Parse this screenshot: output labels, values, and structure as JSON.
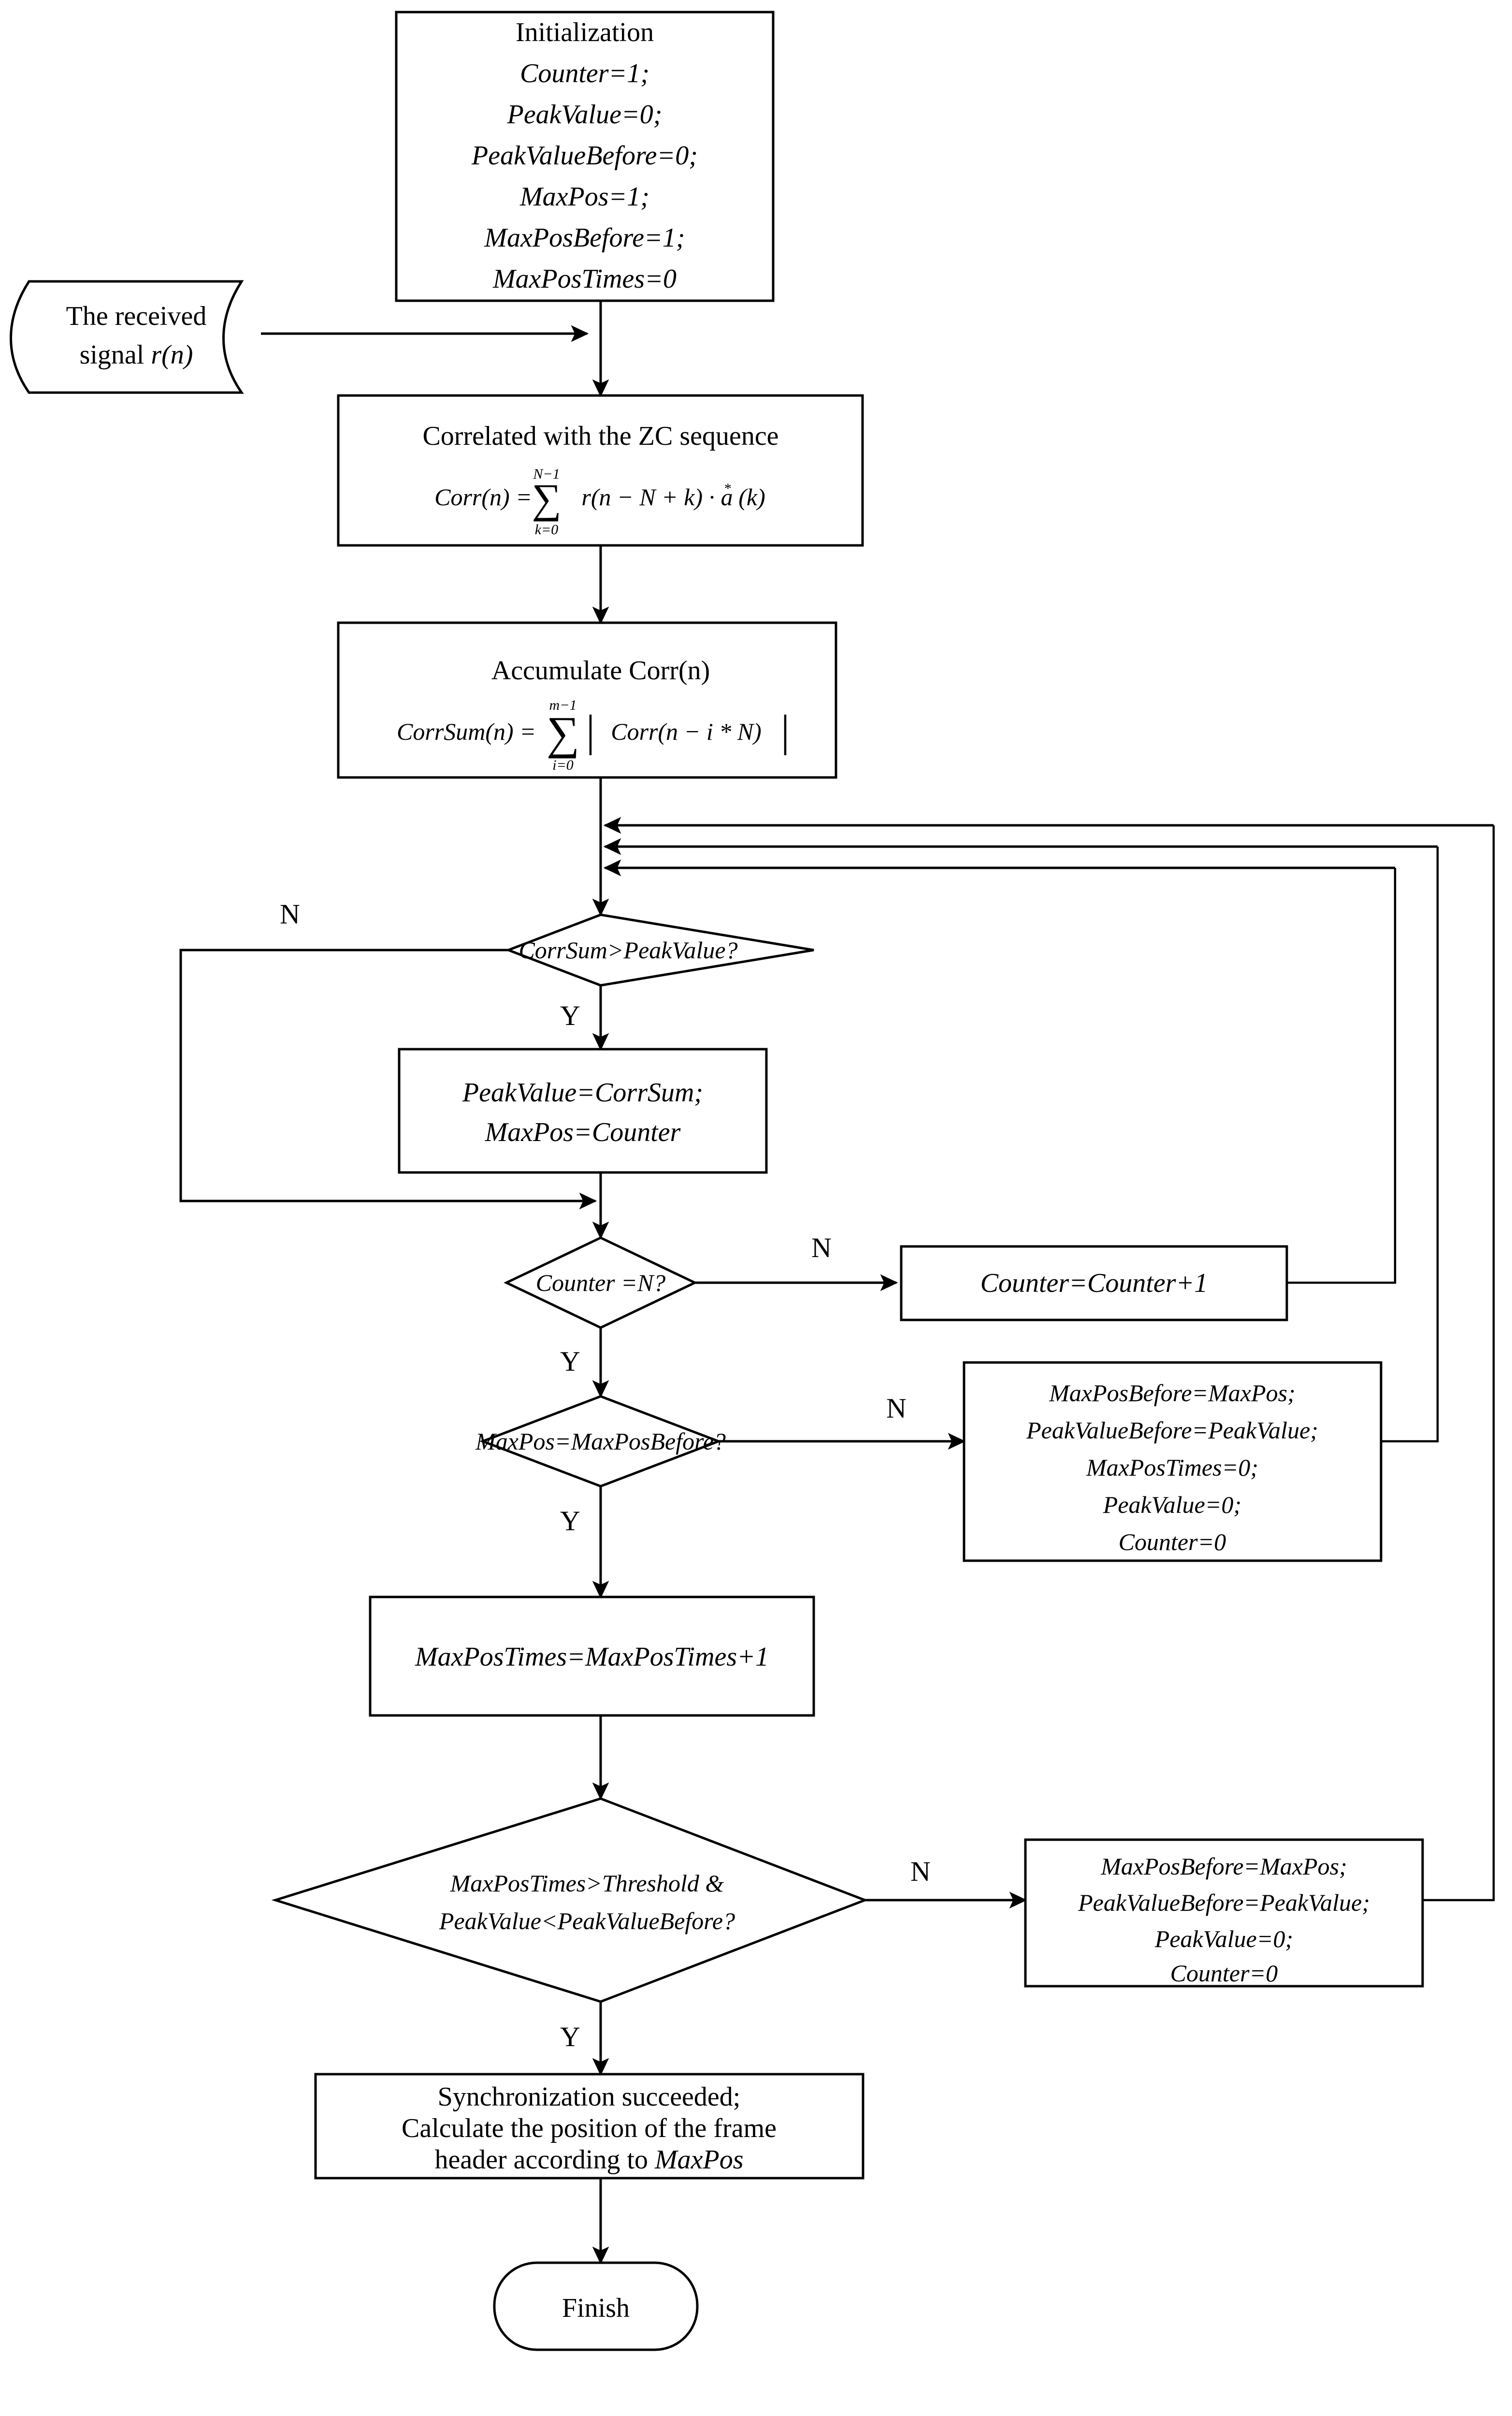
{
  "diagram": {
    "title": "Frame synchronization flowchart",
    "type": "flowchart",
    "background_color": "#ffffff",
    "line_color": "#000000"
  },
  "nodes": {
    "initialization": {
      "shape": "process",
      "lines": [
        "Initialization",
        "Counter=1;",
        "PeakValue=0;",
        "PeakValueBefore=0;",
        "MaxPos=1;",
        "MaxPosBefore=1;",
        "MaxPosTimes=0"
      ]
    },
    "received_signal": {
      "shape": "data",
      "lines": [
        "The received",
        "signal r(n)"
      ]
    },
    "correlate": {
      "shape": "process",
      "title": "Correlated with the ZC sequence",
      "formula": {
        "lhs": "Corr(n) =",
        "sum_upper": "N−1",
        "sum_lower": "k=0",
        "sigma": "∑",
        "rhs": "r(n − N + k) · a",
        "rhs_sup": "*",
        "rhs_tail": "(k)"
      }
    },
    "accumulate": {
      "shape": "process",
      "title": "Accumulate Corr(n)",
      "formula": {
        "lhs": "CorrSum(n) =",
        "sum_upper": "m−1",
        "sum_lower": "i=0",
        "sigma": "∑",
        "rhs": "Corr(n − i * N)",
        "bar_left": "|",
        "bar_right": "|"
      }
    },
    "decision_corrsum": {
      "shape": "decision",
      "label": "CorrSum>PeakValue?",
      "yes": "Y",
      "no": "N"
    },
    "assign_peak": {
      "shape": "process",
      "lines": [
        "PeakValue=CorrSum;",
        "MaxPos=Counter"
      ]
    },
    "decision_counter": {
      "shape": "decision",
      "label": "Counter =N?",
      "yes": "Y",
      "no": "N"
    },
    "counter_increment": {
      "shape": "process",
      "lines": [
        "Counter=Counter+1"
      ]
    },
    "decision_maxpos": {
      "shape": "decision",
      "label": "MaxPos=MaxPosBefore?",
      "yes": "Y",
      "no": "N"
    },
    "reset_five": {
      "shape": "process",
      "lines": [
        "MaxPosBefore=MaxPos;",
        "PeakValueBefore=PeakValue;",
        "MaxPosTimes=0;",
        "PeakValue=0;",
        "Counter=0"
      ]
    },
    "maxpostimes_increment": {
      "shape": "process",
      "lines": [
        "MaxPosTimes=MaxPosTimes+1"
      ]
    },
    "decision_threshold": {
      "shape": "decision",
      "lines": [
        "MaxPosTimes>Threshold &",
        "PeakValue<PeakValueBefore?"
      ],
      "yes": "Y",
      "no": "N"
    },
    "reset_four": {
      "shape": "process",
      "lines": [
        "MaxPosBefore=MaxPos;",
        "PeakValueBefore=PeakValue;",
        "PeakValue=0;",
        "Counter=0"
      ]
    },
    "sync_success": {
      "shape": "process",
      "lines": [
        "Synchronization succeeded;",
        "Calculate the position of the frame",
        "header according to MaxPos"
      ],
      "line3_plain": "header according to ",
      "line3_italic": "MaxPos"
    },
    "finish": {
      "shape": "terminator",
      "label": "Finish"
    }
  },
  "branch_labels": {
    "corrsum_no": "N",
    "corrsum_yes": "Y",
    "counter_no": "N",
    "counter_yes": "Y",
    "maxpos_no": "N",
    "maxpos_yes": "Y",
    "threshold_no": "N",
    "threshold_yes": "Y"
  }
}
